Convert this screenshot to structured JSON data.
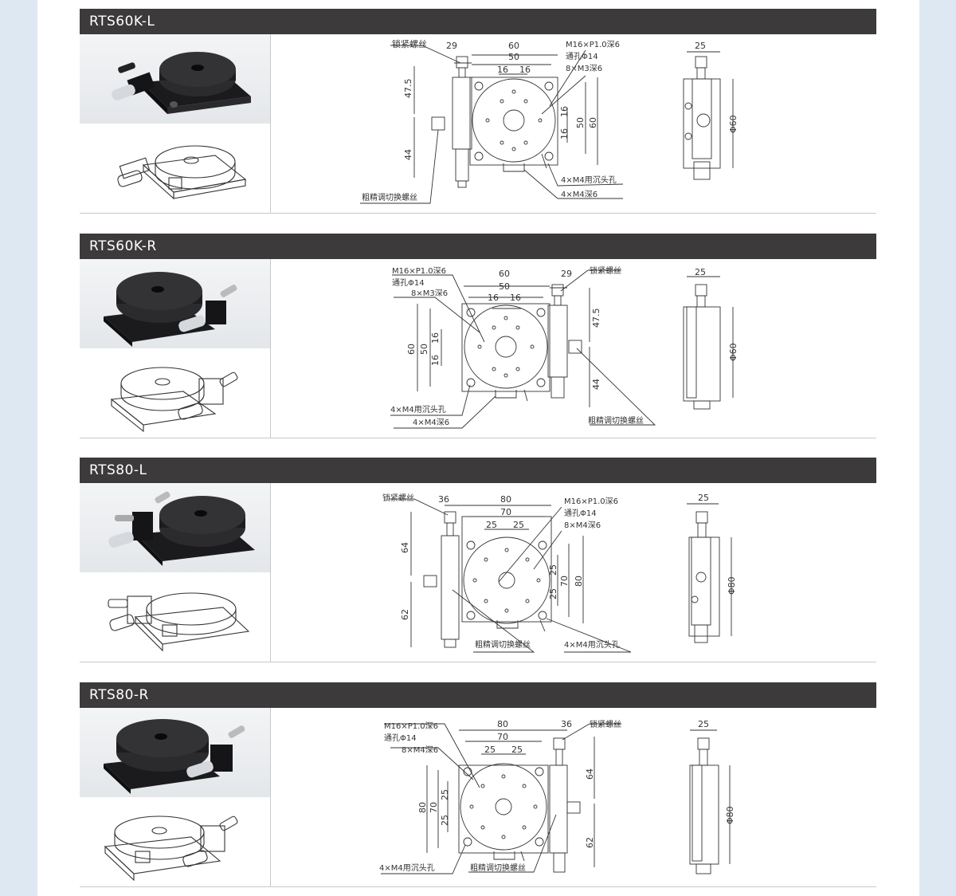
{
  "sections": [
    {
      "title": "RTS60K-L",
      "drawing": {
        "dims": [
          "29",
          "60",
          "50",
          "16",
          "16",
          "47.5",
          "44",
          "16",
          "16",
          "50",
          "60",
          "25",
          "Φ60"
        ],
        "labels": [
          "锁紧螺丝",
          "M16×P1.0深6",
          "通孔Φ14",
          "8×M3深6",
          "4×M4用沉头孔",
          "4×M4深6",
          "粗精调切换螺丝"
        ]
      }
    },
    {
      "title": "RTS60K-R",
      "drawing": {
        "dims": [
          "60",
          "50",
          "16",
          "16",
          "29",
          "60",
          "50",
          "16",
          "16",
          "47.5",
          "44",
          "25",
          "Φ60"
        ],
        "labels": [
          "M16×P1.0深6",
          "通孔Φ14",
          "8×M3深6",
          "锁紧螺丝",
          "4×M4用沉头孔",
          "4×M4深6",
          "粗精调切换螺丝"
        ]
      }
    },
    {
      "title": "RTS80-L",
      "drawing": {
        "dims": [
          "36",
          "80",
          "70",
          "25",
          "25",
          "64",
          "62",
          "25",
          "25",
          "70",
          "80",
          "25",
          "Φ80"
        ],
        "labels": [
          "锁紧螺丝",
          "M16×P1.0深6",
          "通孔Φ14",
          "8×M4深6",
          "粗精调切换螺丝",
          "4×M4用沉头孔"
        ]
      }
    },
    {
      "title": "RTS80-R",
      "drawing": {
        "dims": [
          "80",
          "70",
          "25",
          "25",
          "36",
          "80",
          "70",
          "25",
          "25",
          "64",
          "62",
          "25",
          "Φ80"
        ],
        "labels": [
          "M16×P1.0深6",
          "通孔Φ14",
          "8×M4深6",
          "锁紧螺丝",
          "4×M4用沉头孔",
          "粗精调切换螺丝"
        ]
      }
    }
  ]
}
